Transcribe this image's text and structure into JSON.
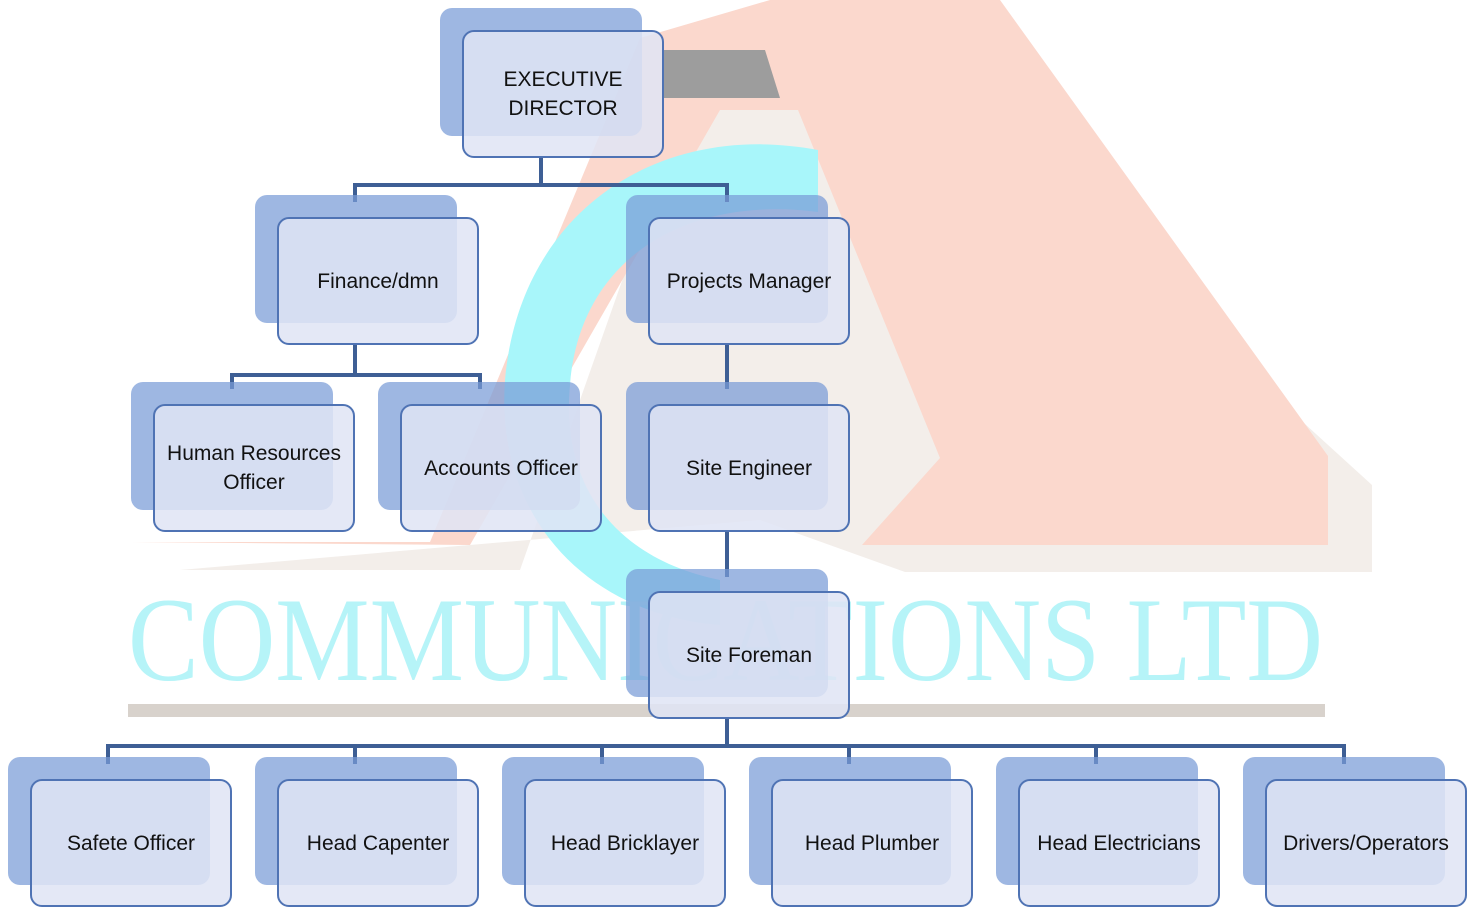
{
  "watermark": {
    "company_text": "COMMUNICATIONS LTD",
    "colors": {
      "letter_a": "#fbd8cd",
      "letter_a_shadow": "#f3eeea",
      "letter_c": "#a8f6fa",
      "rule": "#d8d2cc",
      "gray_bar": "#9d9d9d",
      "text": "#b6f4f8"
    }
  },
  "colors": {
    "box_fill": "#e0e4f4",
    "box_border": "#4f73b4",
    "shadow": "#7f9cd8",
    "connector": "#3e5f95"
  },
  "org_chart": {
    "nodes": [
      {
        "id": "executive_director",
        "label": "EXECUTIVE\nDIRECTOR",
        "parent": null
      },
      {
        "id": "finance_admin",
        "label": "Finance/dmn",
        "parent": "executive_director"
      },
      {
        "id": "projects_manager",
        "label": "Projects Manager",
        "parent": "executive_director"
      },
      {
        "id": "hr_officer",
        "label": "Human Resources\nOfficer",
        "parent": "finance_admin"
      },
      {
        "id": "accounts_officer",
        "label": "Accounts Officer",
        "parent": "finance_admin"
      },
      {
        "id": "site_engineer",
        "label": "Site Engineer",
        "parent": "projects_manager"
      },
      {
        "id": "site_foreman",
        "label": "Site Foreman",
        "parent": "site_engineer"
      },
      {
        "id": "safety_officer",
        "label": "Safete Officer",
        "parent": "site_foreman"
      },
      {
        "id": "head_carpenter",
        "label": "Head  Capenter",
        "parent": "site_foreman"
      },
      {
        "id": "head_bricklayer",
        "label": "Head Bricklayer",
        "parent": "site_foreman"
      },
      {
        "id": "head_plumber",
        "label": "Head  Plumber",
        "parent": "site_foreman"
      },
      {
        "id": "head_electricians",
        "label": "Head Electricians",
        "parent": "site_foreman"
      },
      {
        "id": "drivers_operators",
        "label": "Drivers/Operators",
        "parent": "site_foreman"
      }
    ]
  }
}
